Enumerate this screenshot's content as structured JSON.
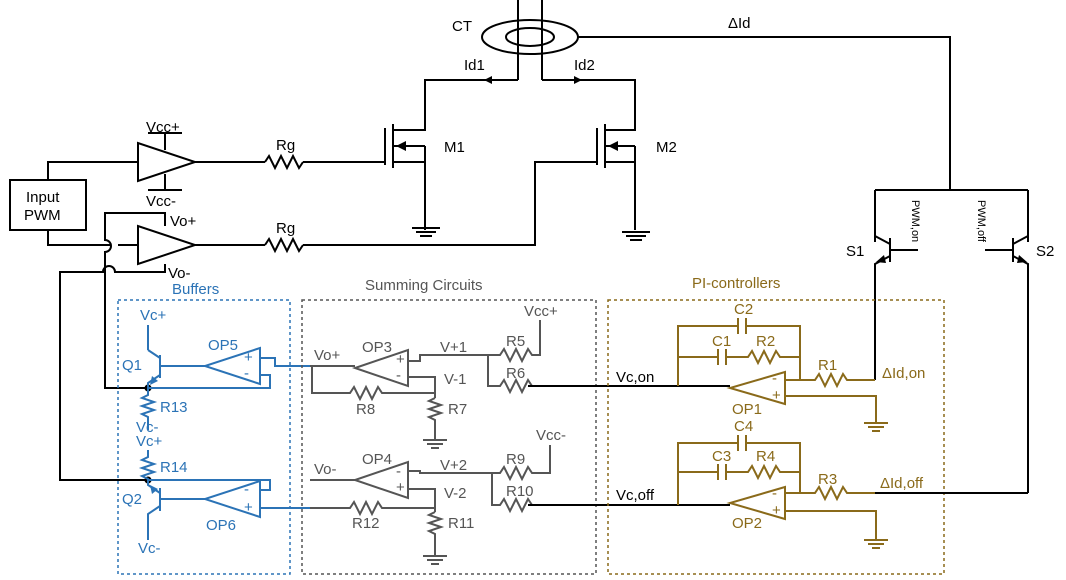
{
  "labels": {
    "ct": "CT",
    "delta_id": "ΔId",
    "id1": "Id1",
    "id2": "Id2",
    "m1": "M1",
    "m2": "M2",
    "vcc_plus": "Vcc+",
    "vcc_minus": "Vcc-",
    "rg": "Rg",
    "input_pwm_line1": "Input",
    "input_pwm_line2": "PWM",
    "vo_plus": "Vo+",
    "vo_minus": "Vo-",
    "s1": "S1",
    "s2": "S2",
    "pwm_on": "PWM,on",
    "pwm_off": "PWM,off",
    "buffers": "Buffers",
    "summing": "Summing Circuits",
    "pi": "PI-controllers",
    "vc_plus": "Vc+",
    "vc_minus": "Vc-",
    "q1": "Q1",
    "q2": "Q2",
    "op5": "OP5",
    "op6": "OP6",
    "r13": "R13",
    "r14": "R14",
    "op3": "OP3",
    "op4": "OP4",
    "v_p1": "V+1",
    "v_m1": "V-1",
    "v_p2": "V+2",
    "v_m2": "V-2",
    "r5": "R5",
    "r6": "R6",
    "r7": "R7",
    "r8": "R8",
    "r9": "R9",
    "r10": "R10",
    "r11": "R11",
    "r12": "R12",
    "vcc_plus_s": "Vcc+",
    "vcc_minus_s": "Vcc-",
    "vc_on": "Vc,on",
    "vc_off": "Vc,off",
    "c1": "C1",
    "c2": "C2",
    "c3": "C3",
    "c4": "C4",
    "r1": "R1",
    "r2": "R2",
    "r3": "R3",
    "r4": "R4",
    "op1": "OP1",
    "op2": "OP2",
    "delta_id_on": "ΔId,on",
    "delta_id_off": "ΔId,off",
    "plus": "+",
    "minus": "-"
  },
  "colors": {
    "buffers": "#2b73b6",
    "summing": "#555555",
    "pi": "#8a6a1a"
  }
}
